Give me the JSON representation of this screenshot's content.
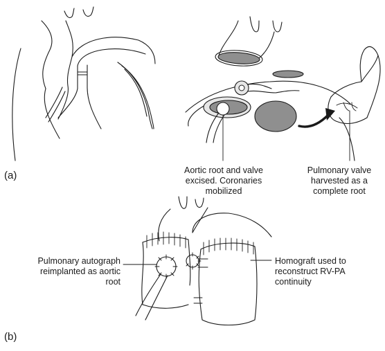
{
  "panels": {
    "a": "(a)",
    "b": "(b)"
  },
  "labels": {
    "aortic_root": "Aortic root and valve\nexcised. Coronaries\nmobilized",
    "pulmonary_valve": "Pulmonary valve\nharvested as a\ncomplete root",
    "autograph": "Pulmonary autograph\nreimplanted as aortic\nroot",
    "homograft": "Homograft used to\nreconstruct RV-PA\ncontinuity"
  },
  "colors": {
    "line": "#1a1a1a",
    "grey_fill": "#8f8f8f",
    "light_fill": "#e6e6e6"
  }
}
